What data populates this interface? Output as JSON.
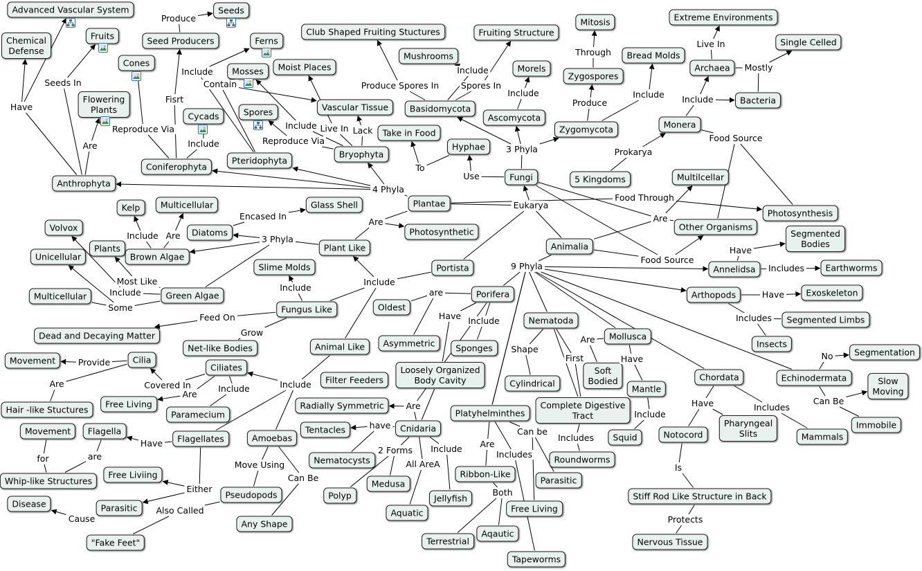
{
  "nodes": [
    {
      "id": "n1",
      "text": "Advanced Vascular System"
    },
    {
      "id": "n2",
      "text": "Seeds"
    },
    {
      "id": "n3",
      "text": "Chemical\nDefense"
    },
    {
      "id": "n4",
      "text": "Fruits"
    },
    {
      "id": "n5",
      "text": "Seed Producers"
    },
    {
      "id": "n6",
      "text": "Ferns"
    },
    {
      "id": "n7",
      "text": "Club Shaped Fruiting Stuctures"
    },
    {
      "id": "n8",
      "text": "Fruiting Structure"
    },
    {
      "id": "n9",
      "text": "Mitosis"
    },
    {
      "id": "n10",
      "text": "Extreme Environments"
    },
    {
      "id": "n11",
      "text": "Single Celled"
    },
    {
      "id": "n12",
      "text": "Mushrooms"
    },
    {
      "id": "n13",
      "text": "Bread Molds"
    },
    {
      "id": "n14",
      "text": "Cones"
    },
    {
      "id": "n15",
      "text": "Mosses"
    },
    {
      "id": "n16",
      "text": "Moist Places"
    },
    {
      "id": "n17",
      "text": "Morels"
    },
    {
      "id": "n18",
      "text": "Zygospores"
    },
    {
      "id": "n19",
      "text": "Archaea"
    },
    {
      "id": "n20",
      "text": "Flowering\nPlants"
    },
    {
      "id": "n21",
      "text": "Vascular Tissue"
    },
    {
      "id": "n22",
      "text": "Basidomycota"
    },
    {
      "id": "n23",
      "text": "Bacteria"
    },
    {
      "id": "n24",
      "text": "Spores"
    },
    {
      "id": "n25",
      "text": "Cycads"
    },
    {
      "id": "n26",
      "text": "Ascomycota"
    },
    {
      "id": "n27",
      "text": "Zygomycota"
    },
    {
      "id": "n28",
      "text": "Monera"
    },
    {
      "id": "n29",
      "text": "Take in Food"
    },
    {
      "id": "n30",
      "text": "Bryophyta"
    },
    {
      "id": "n31",
      "text": "Hyphae"
    },
    {
      "id": "n32",
      "text": "Pteridophyta"
    },
    {
      "id": "n33",
      "text": "Coniferophyta"
    },
    {
      "id": "n34",
      "text": "Anthrophyta"
    },
    {
      "id": "n35",
      "text": "Fungi"
    },
    {
      "id": "n36",
      "text": "5 Kingdoms"
    },
    {
      "id": "n37",
      "text": "Multilcellar"
    },
    {
      "id": "n38",
      "text": "Kelp"
    },
    {
      "id": "n39",
      "text": "Multicellular"
    },
    {
      "id": "n40",
      "text": "Glass Shell"
    },
    {
      "id": "n41",
      "text": "Plantae"
    },
    {
      "id": "n42",
      "text": "Photosynthesis"
    },
    {
      "id": "n43",
      "text": "Volvox"
    },
    {
      "id": "n44",
      "text": "Diatoms"
    },
    {
      "id": "n45",
      "text": "Photosynthetic"
    },
    {
      "id": "n46",
      "text": "Other Organisms"
    },
    {
      "id": "n47",
      "text": "Segmented\nBodies"
    },
    {
      "id": "n48",
      "text": "Plants"
    },
    {
      "id": "n49",
      "text": "Plant Like"
    },
    {
      "id": "n50",
      "text": "Animalia"
    },
    {
      "id": "n51",
      "text": "Unicellular"
    },
    {
      "id": "n52",
      "text": "Brown Algae"
    },
    {
      "id": "n53",
      "text": "Slime Molds"
    },
    {
      "id": "n54",
      "text": "Portista"
    },
    {
      "id": "n55",
      "text": "Annelidsa"
    },
    {
      "id": "n56",
      "text": "Earthworms"
    },
    {
      "id": "n57",
      "text": "Porifera"
    },
    {
      "id": "n58",
      "text": "Exoskeleton"
    },
    {
      "id": "n59",
      "text": "Multicellular"
    },
    {
      "id": "n60",
      "text": "Green Algae"
    },
    {
      "id": "n61",
      "text": "Arthopods"
    },
    {
      "id": "n62",
      "text": "Oldest"
    },
    {
      "id": "n63",
      "text": "Fungus Like"
    },
    {
      "id": "n64",
      "text": "Nematoda"
    },
    {
      "id": "n65",
      "text": "Segmented Limbs"
    },
    {
      "id": "n66",
      "text": "Mollusca"
    },
    {
      "id": "n67",
      "text": "Dead and Decaying Matter"
    },
    {
      "id": "n68",
      "text": "Asymmetric"
    },
    {
      "id": "n69",
      "text": "Insects"
    },
    {
      "id": "n70",
      "text": "Animal Like"
    },
    {
      "id": "n71",
      "text": "Net-like Bodies"
    },
    {
      "id": "n72",
      "text": "Sponges"
    },
    {
      "id": "n73",
      "text": "Segmentation"
    },
    {
      "id": "n74",
      "text": "Movement"
    },
    {
      "id": "n75",
      "text": "Cilia"
    },
    {
      "id": "n76",
      "text": "Ciliates"
    },
    {
      "id": "n77",
      "text": "Loosely Organized\nBody Cavity"
    },
    {
      "id": "n78",
      "text": "Soft\nBodied"
    },
    {
      "id": "n79",
      "text": "Chordata"
    },
    {
      "id": "n80",
      "text": "Echinodermata"
    },
    {
      "id": "n81",
      "text": "Filter Feeders"
    },
    {
      "id": "n82",
      "text": "Cylindrical"
    },
    {
      "id": "n83",
      "text": "Mantle"
    },
    {
      "id": "n84",
      "text": "Slow\nMoving"
    },
    {
      "id": "n85",
      "text": "Free Living"
    },
    {
      "id": "n86",
      "text": "Radially Symmetric"
    },
    {
      "id": "n87",
      "text": "Complete Digestive\nTract"
    },
    {
      "id": "n88",
      "text": "Hair -like Stuctures"
    },
    {
      "id": "n89",
      "text": "Paramecium"
    },
    {
      "id": "n90",
      "text": "Platyhelminthes"
    },
    {
      "id": "n91",
      "text": "Pharyngeal\nSlits"
    },
    {
      "id": "n92",
      "text": "Immobile"
    },
    {
      "id": "n93",
      "text": "Movement"
    },
    {
      "id": "n94",
      "text": "Flagella"
    },
    {
      "id": "n95",
      "text": "Tentacles"
    },
    {
      "id": "n96",
      "text": "Cnidaria"
    },
    {
      "id": "n97",
      "text": "Squid"
    },
    {
      "id": "n98",
      "text": "Notocord"
    },
    {
      "id": "n99",
      "text": "Mammals"
    },
    {
      "id": "n100",
      "text": "Flagellates"
    },
    {
      "id": "n101",
      "text": "Amoebas"
    },
    {
      "id": "n102",
      "text": "Roundworms"
    },
    {
      "id": "n103",
      "text": "Nematocysts"
    },
    {
      "id": "n104",
      "text": "Free Liviing"
    },
    {
      "id": "n105",
      "text": "Ribbon-Like"
    },
    {
      "id": "n106",
      "text": "Medusa"
    },
    {
      "id": "n107",
      "text": "Parasitic"
    },
    {
      "id": "n108",
      "text": "Whip-like Structures"
    },
    {
      "id": "n109",
      "text": "Pseudopods"
    },
    {
      "id": "n110",
      "text": "Polyp"
    },
    {
      "id": "n111",
      "text": "Jellyfish"
    },
    {
      "id": "n112",
      "text": "Stiff Rod Like Structure in Back"
    },
    {
      "id": "n113",
      "text": "Disease"
    },
    {
      "id": "n114",
      "text": "Parasitic"
    },
    {
      "id": "n115",
      "text": "Free Living"
    },
    {
      "id": "n116",
      "text": "Aquatic"
    },
    {
      "id": "n117",
      "text": "Any Shape"
    },
    {
      "id": "n118",
      "text": "Aqautic"
    },
    {
      "id": "n119",
      "text": "Terrestrial"
    },
    {
      "id": "n120",
      "text": "\"Fake Feet\""
    },
    {
      "id": "n121",
      "text": "Nervous Tissue"
    },
    {
      "id": "n122",
      "text": "Tapeworms"
    }
  ],
  "link_labels": [
    {
      "id": "l1",
      "text": "Produce"
    },
    {
      "id": "l2",
      "text": "Seeds In"
    },
    {
      "id": "l3",
      "text": "Have"
    },
    {
      "id": "l4",
      "text": "Include"
    },
    {
      "id": "l5",
      "text": "Contain"
    },
    {
      "id": "l6",
      "text": "Fisrt"
    },
    {
      "id": "l7",
      "text": "Reproduce Via"
    },
    {
      "id": "l8",
      "text": "Are"
    },
    {
      "id": "l9",
      "text": "Include"
    },
    {
      "id": "l10",
      "text": "Include"
    },
    {
      "id": "l11",
      "text": "Reproduce Via"
    },
    {
      "id": "l12",
      "text": "Live In"
    },
    {
      "id": "l13",
      "text": "Lack"
    },
    {
      "id": "l14",
      "text": "Produce Spores In"
    },
    {
      "id": "l15",
      "text": "Include"
    },
    {
      "id": "l16",
      "text": "Spores In"
    },
    {
      "id": "l17",
      "text": "Include"
    },
    {
      "id": "l18",
      "text": "Through"
    },
    {
      "id": "l19",
      "text": "Produce"
    },
    {
      "id": "l20",
      "text": "Include"
    },
    {
      "id": "l21",
      "text": "Live In"
    },
    {
      "id": "l22",
      "text": "Mostly"
    },
    {
      "id": "l23",
      "text": "Include"
    },
    {
      "id": "l24",
      "text": "Food Source"
    },
    {
      "id": "l25",
      "text": "3 Phyla"
    },
    {
      "id": "l26",
      "text": "To"
    },
    {
      "id": "l27",
      "text": "Use"
    },
    {
      "id": "l28",
      "text": "Prokarya"
    },
    {
      "id": "l29",
      "text": "4 Phyla"
    },
    {
      "id": "l30",
      "text": "Eukarya"
    },
    {
      "id": "l31",
      "text": "Food Through"
    },
    {
      "id": "l32",
      "text": "Are"
    },
    {
      "id": "l33",
      "text": "Encased In"
    },
    {
      "id": "l34",
      "text": "Include"
    },
    {
      "id": "l35",
      "text": "Are"
    },
    {
      "id": "l36",
      "text": "3 Phyla"
    },
    {
      "id": "l37",
      "text": "Are"
    },
    {
      "id": "l38",
      "text": "Food Source"
    },
    {
      "id": "l39",
      "text": "Have"
    },
    {
      "id": "l40",
      "text": "9 Phyla"
    },
    {
      "id": "l41",
      "text": "Includes"
    },
    {
      "id": "l42",
      "text": "Most Like"
    },
    {
      "id": "l43",
      "text": "Include"
    },
    {
      "id": "l44",
      "text": "Some"
    },
    {
      "id": "l45",
      "text": "Include"
    },
    {
      "id": "l46",
      "text": "Include"
    },
    {
      "id": "l47",
      "text": "are"
    },
    {
      "id": "l48",
      "text": "Have"
    },
    {
      "id": "l49",
      "text": "Include"
    },
    {
      "id": "l50",
      "text": "Have"
    },
    {
      "id": "l51",
      "text": "Includes"
    },
    {
      "id": "l52",
      "text": "Feed On"
    },
    {
      "id": "l53",
      "text": "Grow"
    },
    {
      "id": "l54",
      "text": "Are"
    },
    {
      "id": "l55",
      "text": "Shape"
    },
    {
      "id": "l56",
      "text": "First"
    },
    {
      "id": "l57",
      "text": "Have"
    },
    {
      "id": "l58",
      "text": "Provide"
    },
    {
      "id": "l59",
      "text": "No"
    },
    {
      "id": "l60",
      "text": "Are"
    },
    {
      "id": "l61",
      "text": "Covered In"
    },
    {
      "id": "l62",
      "text": "Include"
    },
    {
      "id": "l63",
      "text": "Include"
    },
    {
      "id": "l64",
      "text": "Are"
    },
    {
      "id": "l65",
      "text": "Have"
    },
    {
      "id": "l66",
      "text": "Includes"
    },
    {
      "id": "l67",
      "text": "Can Be"
    },
    {
      "id": "l68",
      "text": "Are"
    },
    {
      "id": "l69",
      "text": "Include"
    },
    {
      "id": "l70",
      "text": "have"
    },
    {
      "id": "l71",
      "text": "Are"
    },
    {
      "id": "l72",
      "text": "Can be"
    },
    {
      "id": "l73",
      "text": "Includes"
    },
    {
      "id": "l74",
      "text": "Have"
    },
    {
      "id": "l75",
      "text": "are"
    },
    {
      "id": "l76",
      "text": "Include"
    },
    {
      "id": "l77",
      "text": "2 Forms"
    },
    {
      "id": "l78",
      "text": "Includes"
    },
    {
      "id": "l79",
      "text": "for"
    },
    {
      "id": "l80",
      "text": "Move Using"
    },
    {
      "id": "l81",
      "text": "Is"
    },
    {
      "id": "l82",
      "text": "All AreA"
    },
    {
      "id": "l83",
      "text": "Either"
    },
    {
      "id": "l84",
      "text": "Can Be"
    },
    {
      "id": "l85",
      "text": "Both"
    },
    {
      "id": "l86",
      "text": "Also Called"
    },
    {
      "id": "l87",
      "text": "Cause"
    },
    {
      "id": "l88",
      "text": "Protects"
    }
  ],
  "icons": [
    {
      "id": "i1",
      "icon": "concept-map-icon"
    },
    {
      "id": "i2",
      "icon": "concept-map-icon"
    },
    {
      "id": "i3",
      "icon": "image-icon"
    },
    {
      "id": "i4",
      "icon": "image-icon"
    },
    {
      "id": "i5",
      "icon": "image-icon"
    },
    {
      "id": "i6",
      "icon": "image-icon"
    },
    {
      "id": "i7",
      "icon": "concept-map-icon"
    },
    {
      "id": "i8",
      "icon": "image-icon"
    },
    {
      "id": "i9",
      "icon": "image-icon"
    }
  ],
  "colors": {
    "node_fill": "#e9f1ee",
    "node_border": "#202020",
    "line": "#000000",
    "icon_border": "#3a6ea5",
    "background": "#ffffff"
  }
}
